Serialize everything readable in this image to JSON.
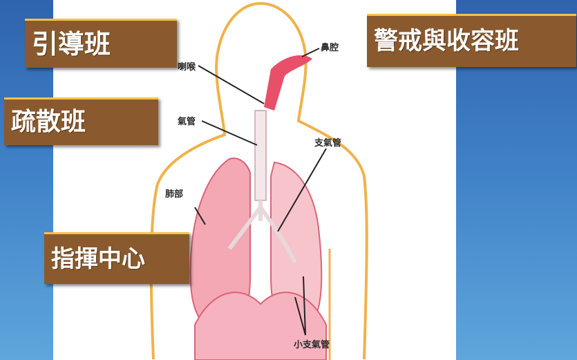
{
  "labels": {
    "nasal_cavity": "鼻腔",
    "pharynx": "喇喉",
    "trachea": "氣管",
    "bronchus": "支氣管",
    "lung": "肺部",
    "bronchiole": "小支氣管"
  },
  "tags": {
    "guide": "引導班",
    "evacuation": "疏散班",
    "security": "警戒與收容班",
    "command": "指揮中心"
  },
  "colors": {
    "background_top": "#2f63ad",
    "background_bottom": "#5ea6dc",
    "tag_fill": "#8a5a2e",
    "tag_accent": "#f3c34a",
    "body_outline": "#f0b24a",
    "lung_fill": "#f3a8b4",
    "airway_fill": "#e8506a"
  }
}
